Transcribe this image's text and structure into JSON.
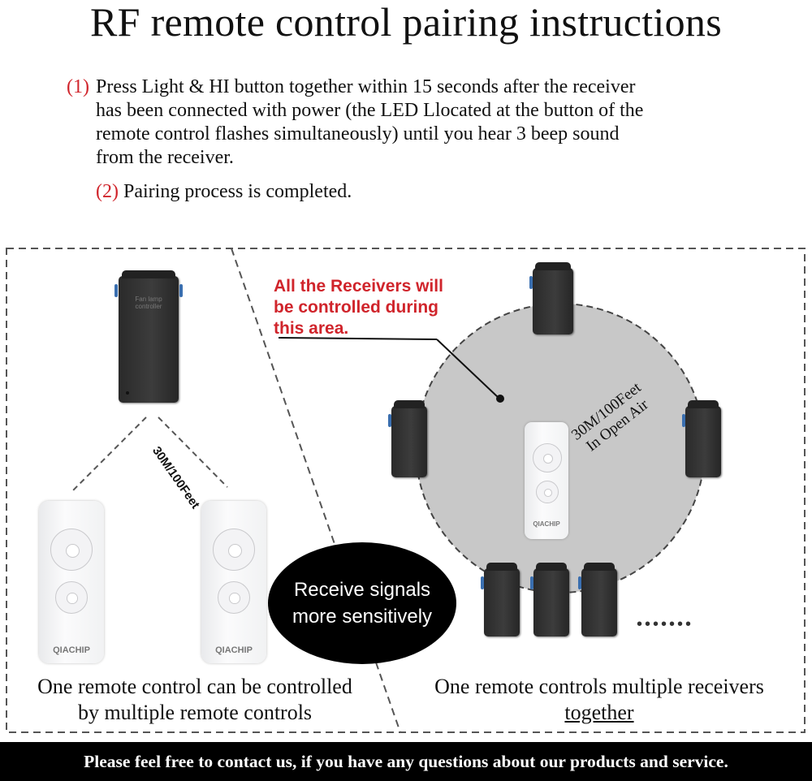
{
  "title": "RF remote control pairing instructions",
  "steps": [
    {
      "num": "(1)",
      "lines": [
        "Press Light & HI button together within 15 seconds after the receiver",
        "has been connected with power (the LED Llocated at the button of the",
        "remote control flashes simultaneously) until you hear 3 beep sound",
        "from the receiver."
      ]
    },
    {
      "num": "(2)",
      "lines": [
        "Pairing process is completed."
      ]
    }
  ],
  "left_panel": {
    "distance_label": "30M/100Feet",
    "receiver_sticker": "Fan lamp controller",
    "remote_brand": "QIACHIP",
    "caption_lines": [
      "One remote control can be controlled",
      "by multiple remote controls"
    ]
  },
  "bubble": {
    "lines": [
      "Receive signals",
      "more sensitively"
    ]
  },
  "right_panel": {
    "callout_lines": [
      "All the Receivers will",
      "be controlled during",
      "this area."
    ],
    "range_lines": [
      "30M/100Feet",
      "In Open Air"
    ],
    "remote_brand": "QIACHIP",
    "dots": "•••••••",
    "caption_line1": "One remote controls multiple receivers",
    "caption_line2": "together"
  },
  "footer": "Please feel free to contact us, if you have any questions about our products and service.",
  "colors": {
    "accent_red": "#d0242b",
    "range_circle": "#c8c8c8",
    "footer_bg": "#000000"
  }
}
